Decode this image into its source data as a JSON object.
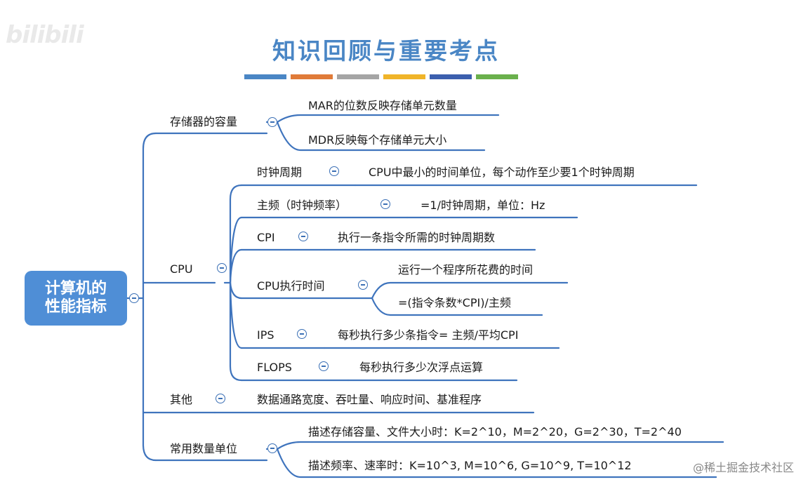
{
  "header": {
    "logo": "bilibili",
    "title": "知识回顾与重要考点",
    "color_bars": [
      "#4a86c5",
      "#e07b39",
      "#a5a5a5",
      "#f0b429",
      "#3c5fae",
      "#6ab04c"
    ]
  },
  "root": {
    "label": "计算机的\n性能指标"
  },
  "branches": {
    "storage": {
      "label": "存储器的容量",
      "children": [
        "MAR的位数反映存储单元数量",
        "MDR反映每个存储单元大小"
      ]
    },
    "cpu": {
      "label": "CPU",
      "clock_period": {
        "label": "时钟周期",
        "detail": "CPU中最小的时间单位，每个动作至少要1个时钟周期"
      },
      "main_freq": {
        "label": "主频（时钟频率）",
        "detail": "=1/时钟周期，单位：Hz"
      },
      "cpi": {
        "label": "CPI",
        "detail": "执行一条指令所需的时钟周期数"
      },
      "exec_time": {
        "label": "CPU执行时间",
        "details": [
          "运行一个程序所花费的时间",
          "=(指令条数*CPI)/主频"
        ]
      },
      "ips": {
        "label": "IPS",
        "detail": "每秒执行多少条指令= 主频/平均CPI"
      },
      "flops": {
        "label": "FLOPS",
        "detail": "每秒执行多少次浮点运算"
      }
    },
    "other": {
      "label": "其他",
      "detail": "数据通路宽度、吞吐量、响应时间、基准程序"
    },
    "units": {
      "label": "常用数量单位",
      "children": [
        "描述存储容量、文件大小时：K=2^10，M=2^20，G=2^30，T=2^40",
        "描述频率、速率时：K=10^3, M=10^6, G=10^9, T=10^12"
      ]
    }
  },
  "watermark": "@稀土掘金技术社区",
  "line_color": "#3f74bd"
}
